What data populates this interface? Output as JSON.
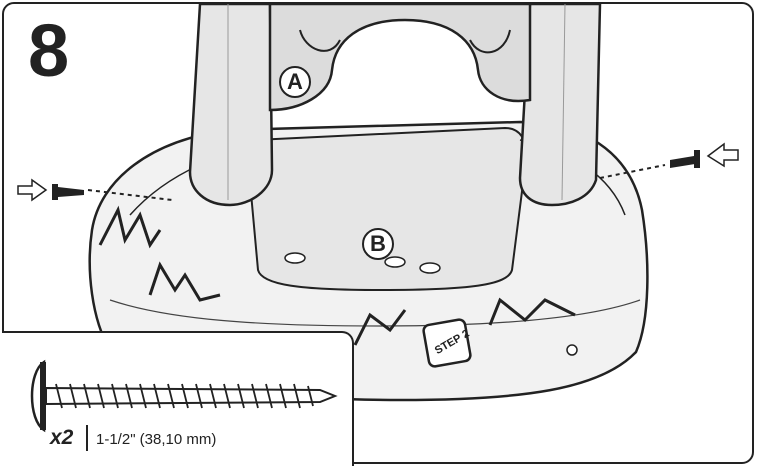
{
  "step": {
    "number": "8"
  },
  "callouts": {
    "a": "A",
    "b": "B"
  },
  "hardware": {
    "quantity": "x2",
    "size": "1-1/2\" (38,10 mm)"
  },
  "decal": {
    "text": "STEP 2"
  },
  "colors": {
    "line": "#222222",
    "fill": "#ffffff",
    "shade": "#e6e6e6"
  }
}
